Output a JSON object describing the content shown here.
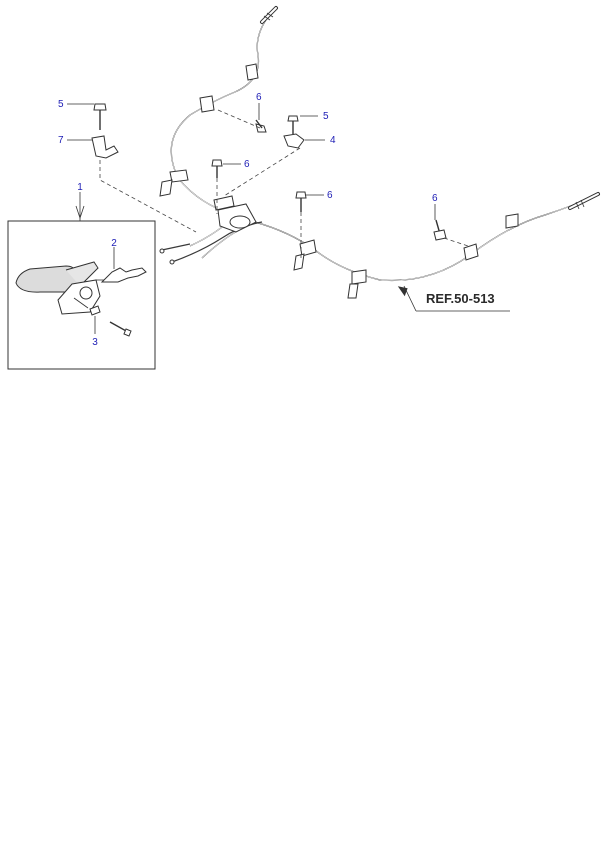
{
  "callouts": {
    "c1": "1",
    "c2": "2",
    "c3": "3",
    "c4": "4",
    "c5a": "5",
    "c5b": "5",
    "c6a": "6",
    "c6b": "6",
    "c6c": "6",
    "c6d": "6",
    "c7": "7"
  },
  "reference": "REF.50-513",
  "colors": {
    "callout": "#1d1db5",
    "line": "#333333",
    "lever": "#dcdcdc"
  }
}
